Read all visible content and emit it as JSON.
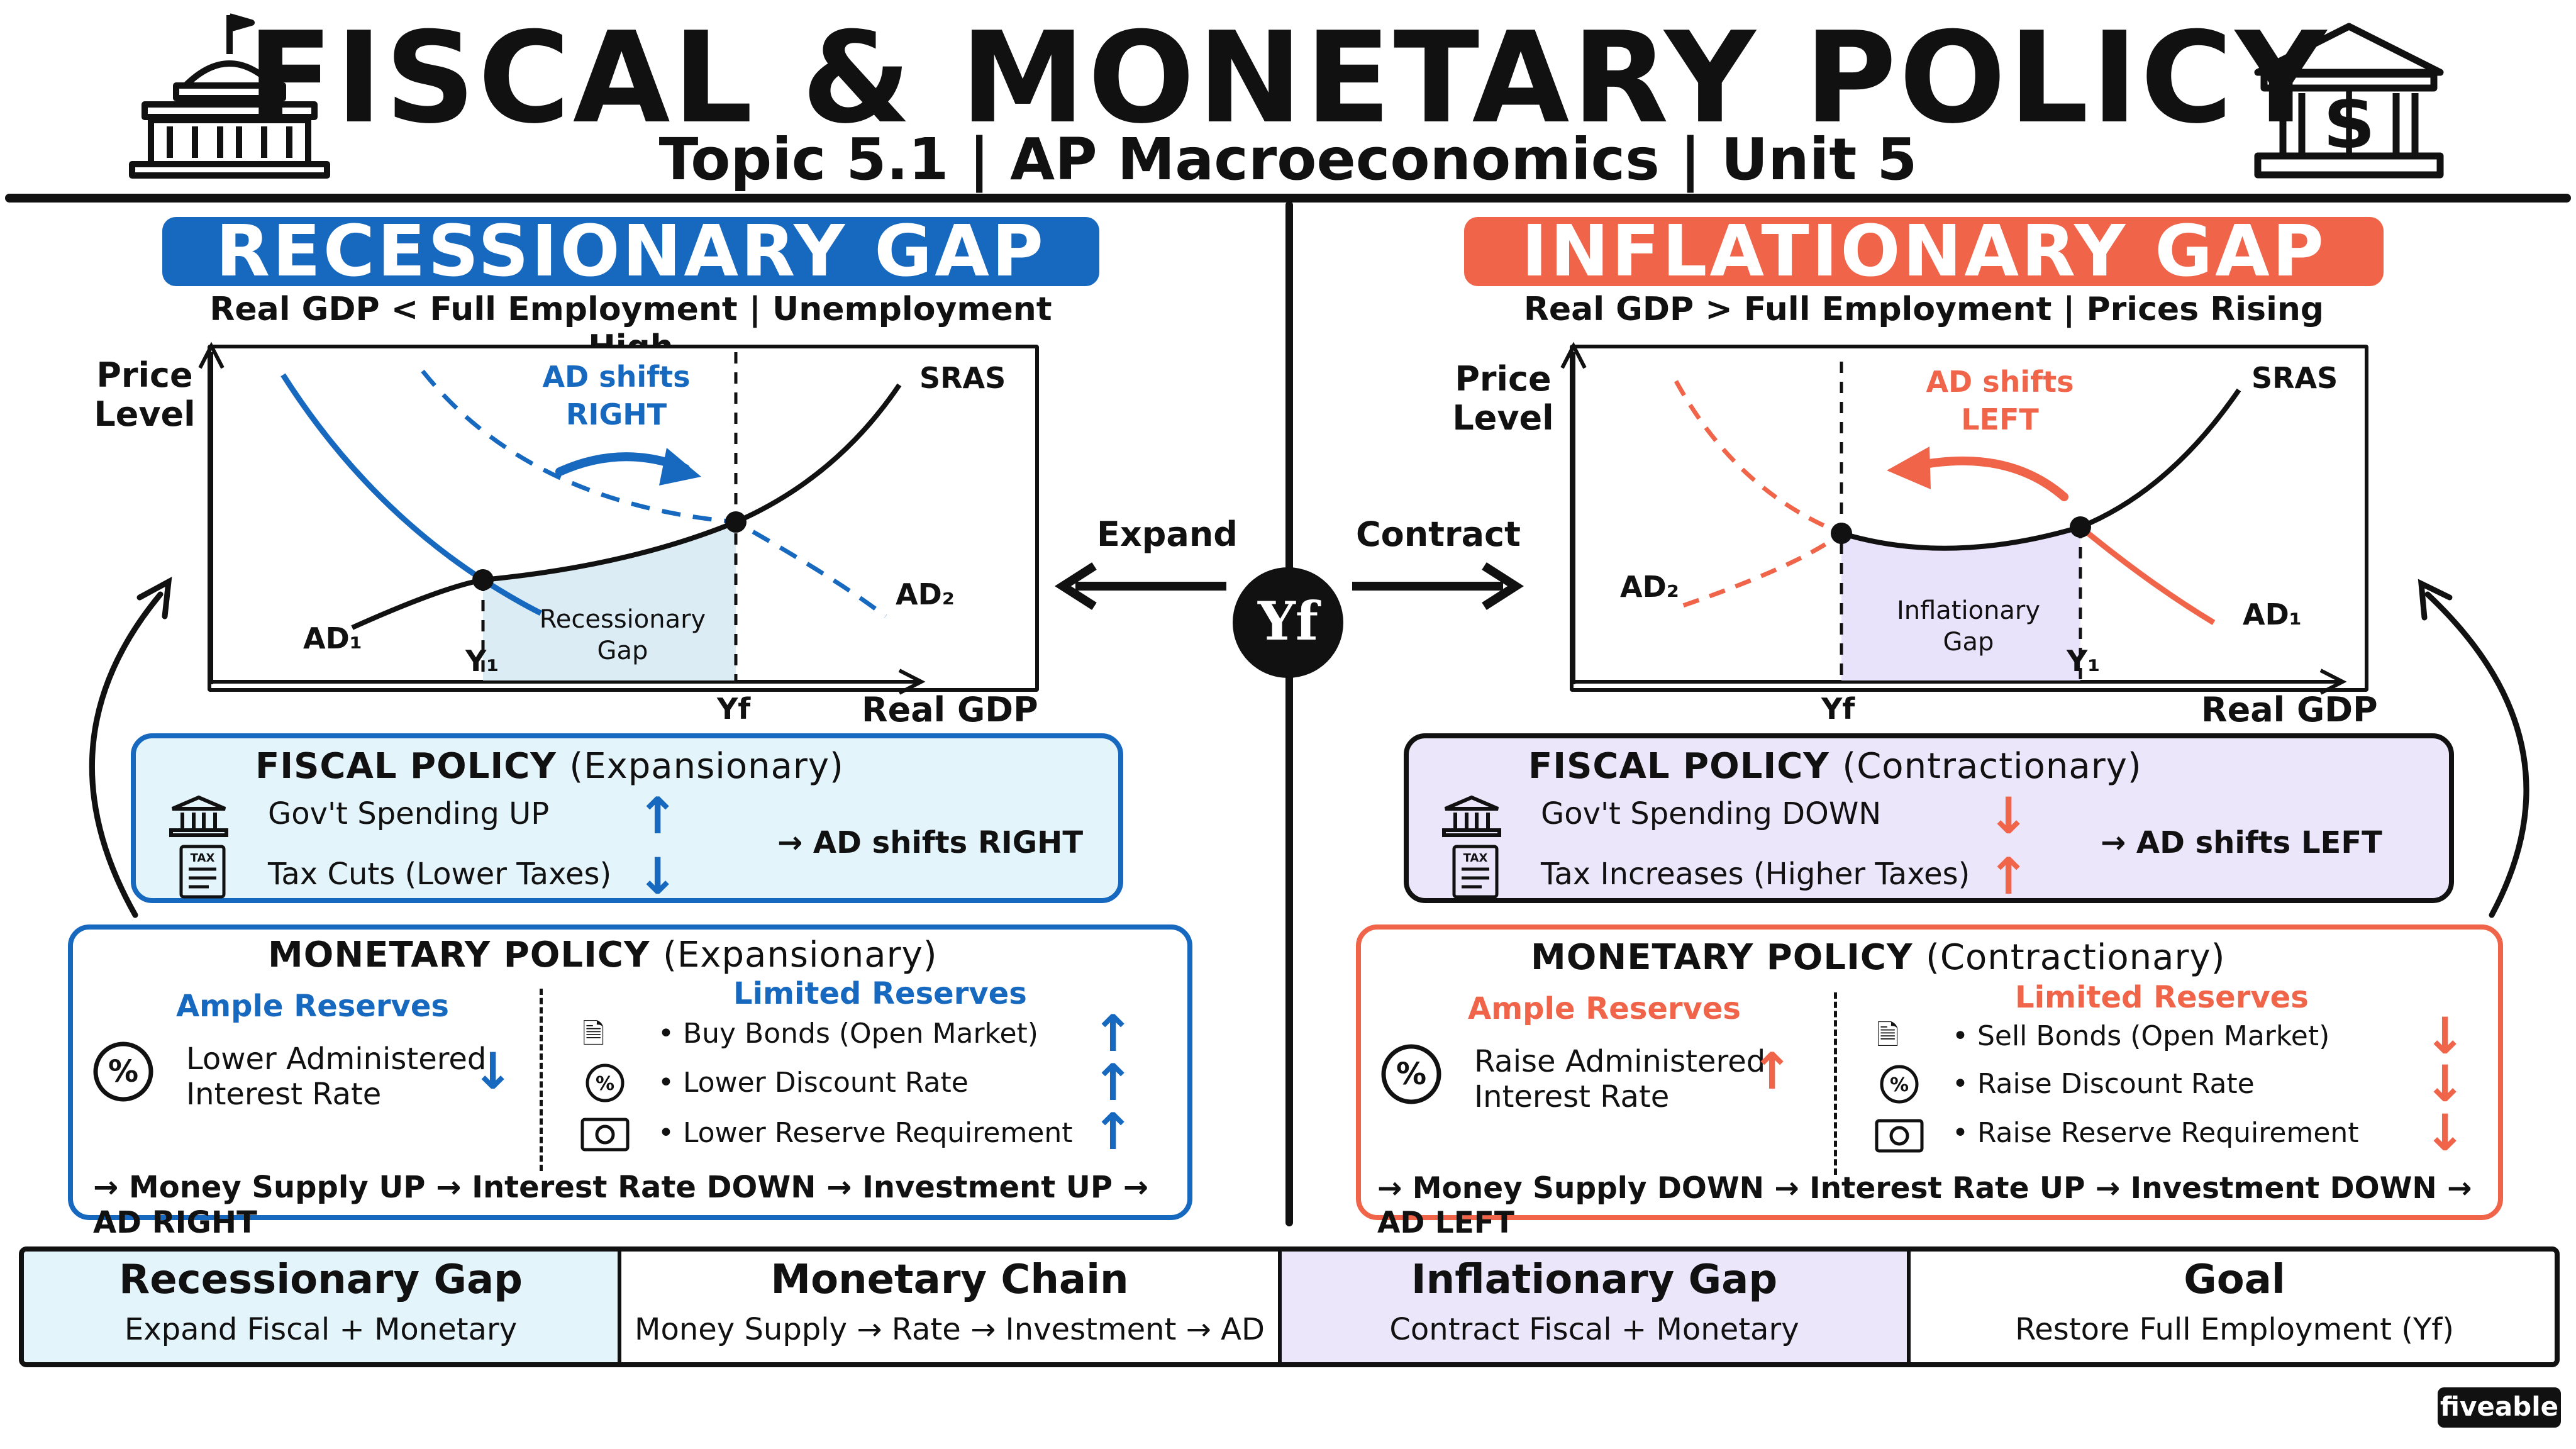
{
  "header": {
    "title": "FISCAL & MONETARY POLICY",
    "subtitle": "Topic 5.1  |  AP Macroeconomics  |  Unit 5"
  },
  "center": {
    "expand_label": "Expand",
    "contract_label": "Contract",
    "yf_label": "Yf"
  },
  "left": {
    "banner": "RECESSIONARY GAP",
    "description": "Real GDP < Full Employment  |  Unemployment High",
    "graph": {
      "y_axis": "Price Level",
      "x_axis": "Real GDP",
      "shift_note_1": "AD shifts",
      "shift_note_2": "RIGHT",
      "sras": "SRAS",
      "ad1": "AD₁",
      "ad2": "AD₂",
      "y1": "Y₁",
      "yf": "Yf",
      "gap_1": "Recessionary",
      "gap_2": "Gap"
    },
    "fiscal": {
      "title": "FISCAL POLICY",
      "type": "(Expansionary)",
      "items": [
        {
          "icon": "government-building-icon",
          "text": "Gov't Spending UP",
          "direction": "up"
        },
        {
          "icon": "tax-form-icon",
          "text": "Tax Cuts (Lower Taxes)",
          "direction": "down"
        }
      ],
      "result": "→ AD shifts RIGHT"
    },
    "monetary": {
      "title": "MONETARY POLICY",
      "type": "(Expansionary)",
      "ample_label": "Ample Reserves",
      "ample_line1": "Lower Administered",
      "ample_line2": "Interest Rate",
      "ample_direction": "down",
      "limited_label": "Limited Reserves",
      "limited_items": [
        {
          "icon": "bond-document-icon",
          "text": "• Buy Bonds (Open Market)",
          "direction": "up"
        },
        {
          "icon": "percent-icon",
          "text": "• Lower Discount Rate",
          "direction": "up"
        },
        {
          "icon": "money-bill-icon",
          "text": "• Lower Reserve Requirement",
          "direction": "up"
        }
      ],
      "chain": "→ Money Supply UP → Interest Rate DOWN → Investment UP → AD RIGHT"
    }
  },
  "right": {
    "banner": "INFLATIONARY GAP",
    "description": "Real GDP > Full Employment  |  Prices Rising",
    "graph": {
      "y_axis": "Price Level",
      "x_axis": "Real GDP",
      "shift_note_1": "AD shifts",
      "shift_note_2": "LEFT",
      "sras": "SRAS",
      "ad1": "AD₁",
      "ad2": "AD₂",
      "y1": "Y₁",
      "yf": "Yf",
      "gap_1": "Inflationary",
      "gap_2": "Gap"
    },
    "fiscal": {
      "title": "FISCAL POLICY",
      "type": "(Contractionary)",
      "items": [
        {
          "icon": "government-building-icon",
          "text": "Gov't Spending DOWN",
          "direction": "down"
        },
        {
          "icon": "tax-form-icon",
          "text": "Tax Increases (Higher Taxes)",
          "direction": "up"
        }
      ],
      "result": "→ AD shifts LEFT"
    },
    "monetary": {
      "title": "MONETARY POLICY",
      "type": "(Contractionary)",
      "ample_label": "Ample Reserves",
      "ample_line1": "Raise Administered",
      "ample_line2": "Interest Rate",
      "ample_direction": "up",
      "limited_label": "Limited Reserves",
      "limited_items": [
        {
          "icon": "bond-document-icon",
          "text": "• Sell Bonds (Open Market)",
          "direction": "down"
        },
        {
          "icon": "percent-icon",
          "text": "• Raise Discount Rate",
          "direction": "down"
        },
        {
          "icon": "money-bill-icon",
          "text": "• Raise Reserve Requirement",
          "direction": "down"
        }
      ],
      "chain": "→ Money Supply DOWN → Interest Rate UP → Investment DOWN → AD LEFT"
    }
  },
  "summary": [
    {
      "title": "Recessionary Gap",
      "sub": "Expand Fiscal + Monetary",
      "bg": "#e4f4fb"
    },
    {
      "title": "Monetary Chain",
      "sub": "Money Supply → Rate → Investment → AD",
      "bg": "#ffffff"
    },
    {
      "title": "Inflationary Gap",
      "sub": "Contract Fiscal + Monetary",
      "bg": "#ece6fb"
    },
    {
      "title": "Goal",
      "sub": "Restore Full Employment (Yf)",
      "bg": "#ffffff"
    }
  ],
  "logo": "fiveable",
  "colors": {
    "blue": "#1769bf",
    "red": "#f06449",
    "light_blue": "#e4f4fb",
    "light_purple": "#ece6fb"
  }
}
